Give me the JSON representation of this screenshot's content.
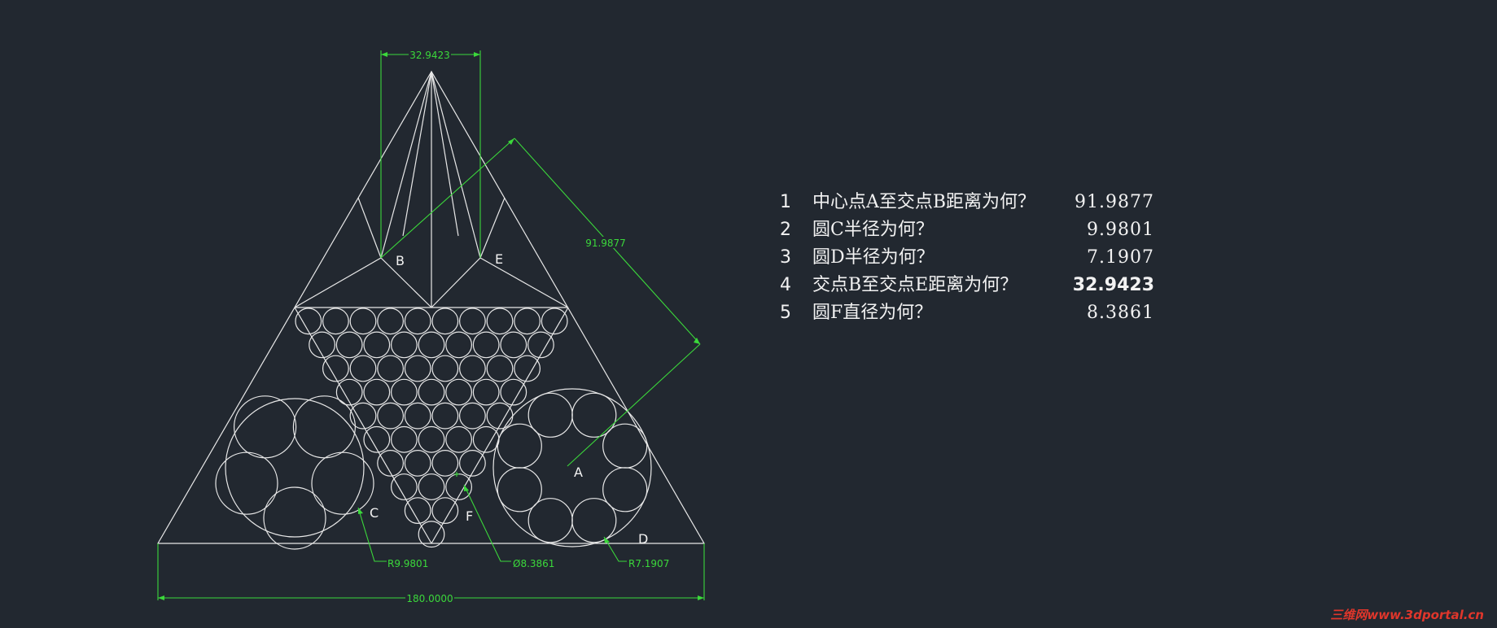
{
  "drawing": {
    "point_labels": {
      "a": "A",
      "b": "B",
      "c": "C",
      "d": "D",
      "e": "E",
      "f": "F"
    },
    "dimensions": {
      "top_width": "32.9423",
      "diagonal": "91.9877",
      "base_width": "180.0000",
      "radius_c": "R9.9801",
      "diameter_f": "Ø8.3861",
      "radius_d": "R7.1907"
    },
    "colors": {
      "background": "#222830",
      "geometry": "#e8e8e8",
      "dimension": "#3bd83b",
      "watermark": "#e0362b"
    }
  },
  "qa": {
    "items": [
      {
        "num": "1",
        "question": "中心点A至交点B距离为何？",
        "answer": "91.9877"
      },
      {
        "num": "2",
        "question": "圆C半径为何？",
        "answer": "9.9801"
      },
      {
        "num": "3",
        "question": "圆D半径为何？",
        "answer": "7.1907"
      },
      {
        "num": "4",
        "question": "交点B至交点E距离为何？",
        "answer": "32.9423"
      },
      {
        "num": "5",
        "question": "圆F直径为何？",
        "answer": "8.3861"
      }
    ]
  },
  "watermark": "三维网www.3dportal.cn"
}
